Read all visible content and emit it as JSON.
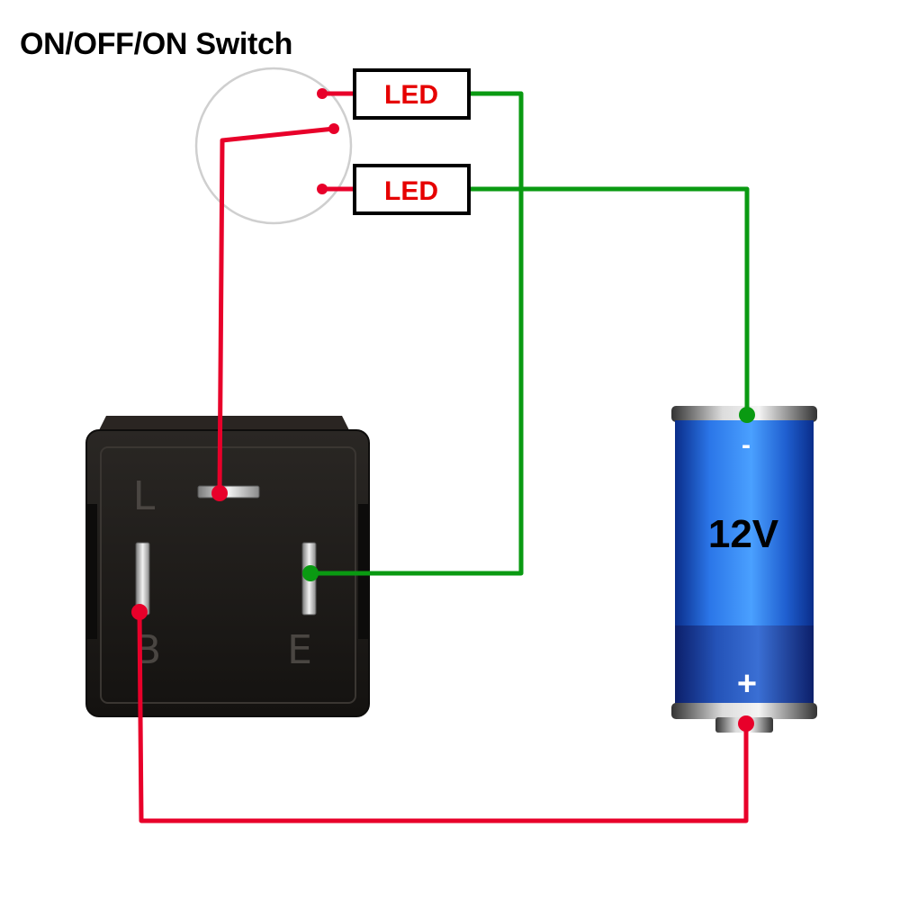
{
  "title": "ON/OFF/ON Switch",
  "leds": [
    {
      "label": "LED"
    },
    {
      "label": "LED"
    }
  ],
  "relay": {
    "pins": {
      "L": "L",
      "B": "B",
      "E": "E"
    }
  },
  "battery": {
    "voltage": "12V",
    "negative": "-",
    "positive": "+"
  },
  "colors": {
    "wire_red": "#e8002a",
    "wire_green": "#0a9a12",
    "led_text": "#e60000",
    "relay_body": "#1c1a18",
    "battery_blue": "#1e5fd0"
  }
}
